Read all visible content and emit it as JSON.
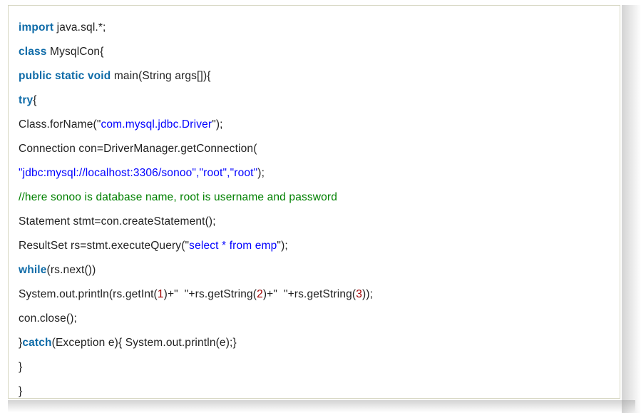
{
  "code_block": {
    "language": "java",
    "colors": {
      "keyword": "#0e6ba8",
      "string": "#0000ff",
      "comment": "#008000",
      "number": "#a00000",
      "plain": "#222222",
      "background": "#ffffff",
      "border": "#d6d6c2"
    },
    "lines": [
      {
        "index": 1,
        "text": "import java.sql.*;",
        "tokens": [
          {
            "t": "import",
            "k": "kw"
          },
          {
            "t": " java.sql.*;",
            "k": "plain"
          }
        ]
      },
      {
        "index": 2,
        "text": "class MysqlCon{",
        "tokens": [
          {
            "t": "class",
            "k": "kw"
          },
          {
            "t": " MysqlCon{",
            "k": "plain"
          }
        ]
      },
      {
        "index": 3,
        "text": "public static void main(String args[]){",
        "tokens": [
          {
            "t": "public static void",
            "k": "kw"
          },
          {
            "t": " main(String args[]){",
            "k": "plain"
          }
        ]
      },
      {
        "index": 4,
        "text": "try{",
        "tokens": [
          {
            "t": "try",
            "k": "kw"
          },
          {
            "t": "{",
            "k": "plain"
          }
        ]
      },
      {
        "index": 5,
        "text": "Class.forName(\"com.mysql.jdbc.Driver\");",
        "tokens": [
          {
            "t": "Class.forName(\"",
            "k": "plain"
          },
          {
            "t": "com.mysql.jdbc.Driver",
            "k": "str"
          },
          {
            "t": "\");",
            "k": "plain"
          }
        ]
      },
      {
        "index": 6,
        "text": "Connection con=DriverManager.getConnection(",
        "tokens": [
          {
            "t": "Connection con=DriverManager.getConnection(",
            "k": "plain"
          }
        ]
      },
      {
        "index": 7,
        "text": "\"jdbc:mysql://localhost:3306/sonoo\",\"root\",\"root\");",
        "tokens": [
          {
            "t": "\"jdbc:mysql://localhost:3306/sonoo\",\"root\",\"root\"",
            "k": "str"
          },
          {
            "t": ");",
            "k": "plain"
          }
        ]
      },
      {
        "index": 8,
        "text": "//here sonoo is database name, root is username and password",
        "tokens": [
          {
            "t": "//here sonoo is database name, root is username and password",
            "k": "cmt"
          }
        ]
      },
      {
        "index": 9,
        "text": "Statement stmt=con.createStatement();",
        "tokens": [
          {
            "t": "Statement stmt=con.createStatement();",
            "k": "plain"
          }
        ]
      },
      {
        "index": 10,
        "text": "ResultSet rs=stmt.executeQuery(\"select * from emp\");",
        "tokens": [
          {
            "t": "ResultSet rs=stmt.executeQuery(\"",
            "k": "plain"
          },
          {
            "t": "select * from emp",
            "k": "str"
          },
          {
            "t": "\");",
            "k": "plain"
          }
        ]
      },
      {
        "index": 11,
        "text": "while(rs.next())",
        "tokens": [
          {
            "t": "while",
            "k": "kw"
          },
          {
            "t": "(rs.next())",
            "k": "plain"
          }
        ]
      },
      {
        "index": 12,
        "text": "System.out.println(rs.getInt(1)+\"  \"+rs.getString(2)+\"  \"+rs.getString(3));",
        "tokens": [
          {
            "t": "System.out.println(rs.getInt(",
            "k": "plain"
          },
          {
            "t": "1",
            "k": "num"
          },
          {
            "t": ")+\"  \"+rs.getString(",
            "k": "plain"
          },
          {
            "t": "2",
            "k": "num"
          },
          {
            "t": ")+\"  \"+rs.getString(",
            "k": "plain"
          },
          {
            "t": "3",
            "k": "num"
          },
          {
            "t": "));",
            "k": "plain"
          }
        ]
      },
      {
        "index": 13,
        "text": "con.close();",
        "tokens": [
          {
            "t": "con.close();",
            "k": "plain"
          }
        ]
      },
      {
        "index": 14,
        "text": "}catch(Exception e){ System.out.println(e);}",
        "tokens": [
          {
            "t": "}",
            "k": "plain"
          },
          {
            "t": "catch",
            "k": "kw"
          },
          {
            "t": "(Exception e){ System.out.println(e);}",
            "k": "plain"
          }
        ]
      },
      {
        "index": 15,
        "text": "}",
        "tokens": [
          {
            "t": "}",
            "k": "plain"
          }
        ]
      },
      {
        "index": 16,
        "text": "}",
        "tokens": [
          {
            "t": "}",
            "k": "plain"
          }
        ]
      }
    ]
  }
}
